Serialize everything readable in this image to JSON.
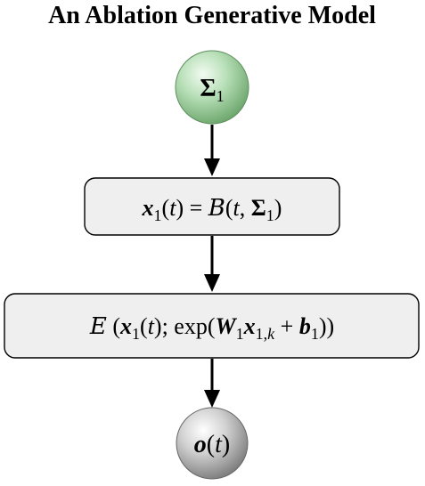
{
  "title": "An Ablation Generative Model",
  "nodes": {
    "input": {
      "label": "Σ",
      "subscript": "1",
      "color": "#a9d6a9"
    },
    "block1": {
      "parts": [
        {
          "t": "x",
          "style": "bi"
        },
        {
          "t": "1",
          "style": "sub"
        },
        {
          "t": "(",
          "style": "r"
        },
        {
          "t": "t",
          "style": "i"
        },
        {
          "t": ") = ",
          "style": "r"
        },
        {
          "t": "B",
          "style": "script"
        },
        {
          "t": "(",
          "style": "r"
        },
        {
          "t": "t",
          "style": "i"
        },
        {
          "t": ", ",
          "style": "r"
        },
        {
          "t": "Σ",
          "style": "b"
        },
        {
          "t": "1",
          "style": "sub"
        },
        {
          "t": ")",
          "style": "r"
        }
      ]
    },
    "block2": {
      "parts": [
        {
          "t": "E",
          "style": "script"
        },
        {
          "t": " (",
          "style": "r"
        },
        {
          "t": "x",
          "style": "bi"
        },
        {
          "t": "1",
          "style": "sub"
        },
        {
          "t": "(",
          "style": "r"
        },
        {
          "t": "t",
          "style": "i"
        },
        {
          "t": "); exp(",
          "style": "r"
        },
        {
          "t": "W",
          "style": "bi"
        },
        {
          "t": "1",
          "style": "sub"
        },
        {
          "t": "x",
          "style": "bi"
        },
        {
          "t": "1,",
          "style": "sub"
        },
        {
          "t": "k",
          "style": "subi"
        },
        {
          "t": " + ",
          "style": "r"
        },
        {
          "t": "b",
          "style": "bi"
        },
        {
          "t": "1",
          "style": "sub"
        },
        {
          "t": "))",
          "style": "r"
        }
      ]
    },
    "output": {
      "parts": [
        {
          "t": "o",
          "style": "bi"
        },
        {
          "t": "(",
          "style": "r"
        },
        {
          "t": "t",
          "style": "i"
        },
        {
          "t": ")",
          "style": "r"
        }
      ],
      "color": "#b8b8b8"
    }
  }
}
